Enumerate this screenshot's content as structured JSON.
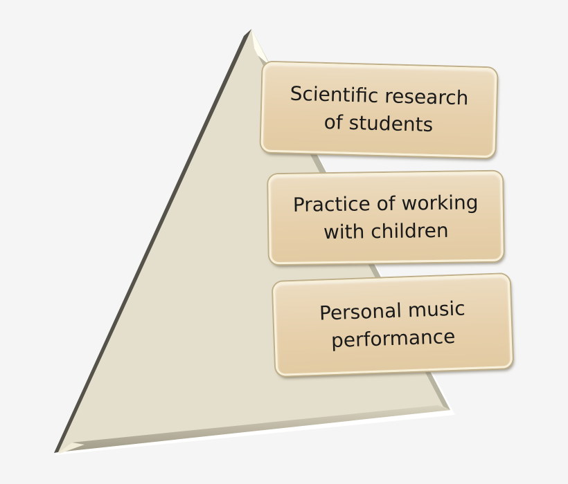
{
  "diagram": {
    "type": "pyramid-with-labels",
    "colors": {
      "background": "#f5f5f5",
      "pyramid_fill": "#e4dfcc",
      "box_fill": "#e6cfaa",
      "text": "#1a1a1a"
    },
    "items": [
      {
        "line1": "Scientific research",
        "line2": "of students"
      },
      {
        "line1": "Practice of working",
        "line2": "with children"
      },
      {
        "line1": "Personal music",
        "line2": "performance"
      }
    ]
  }
}
